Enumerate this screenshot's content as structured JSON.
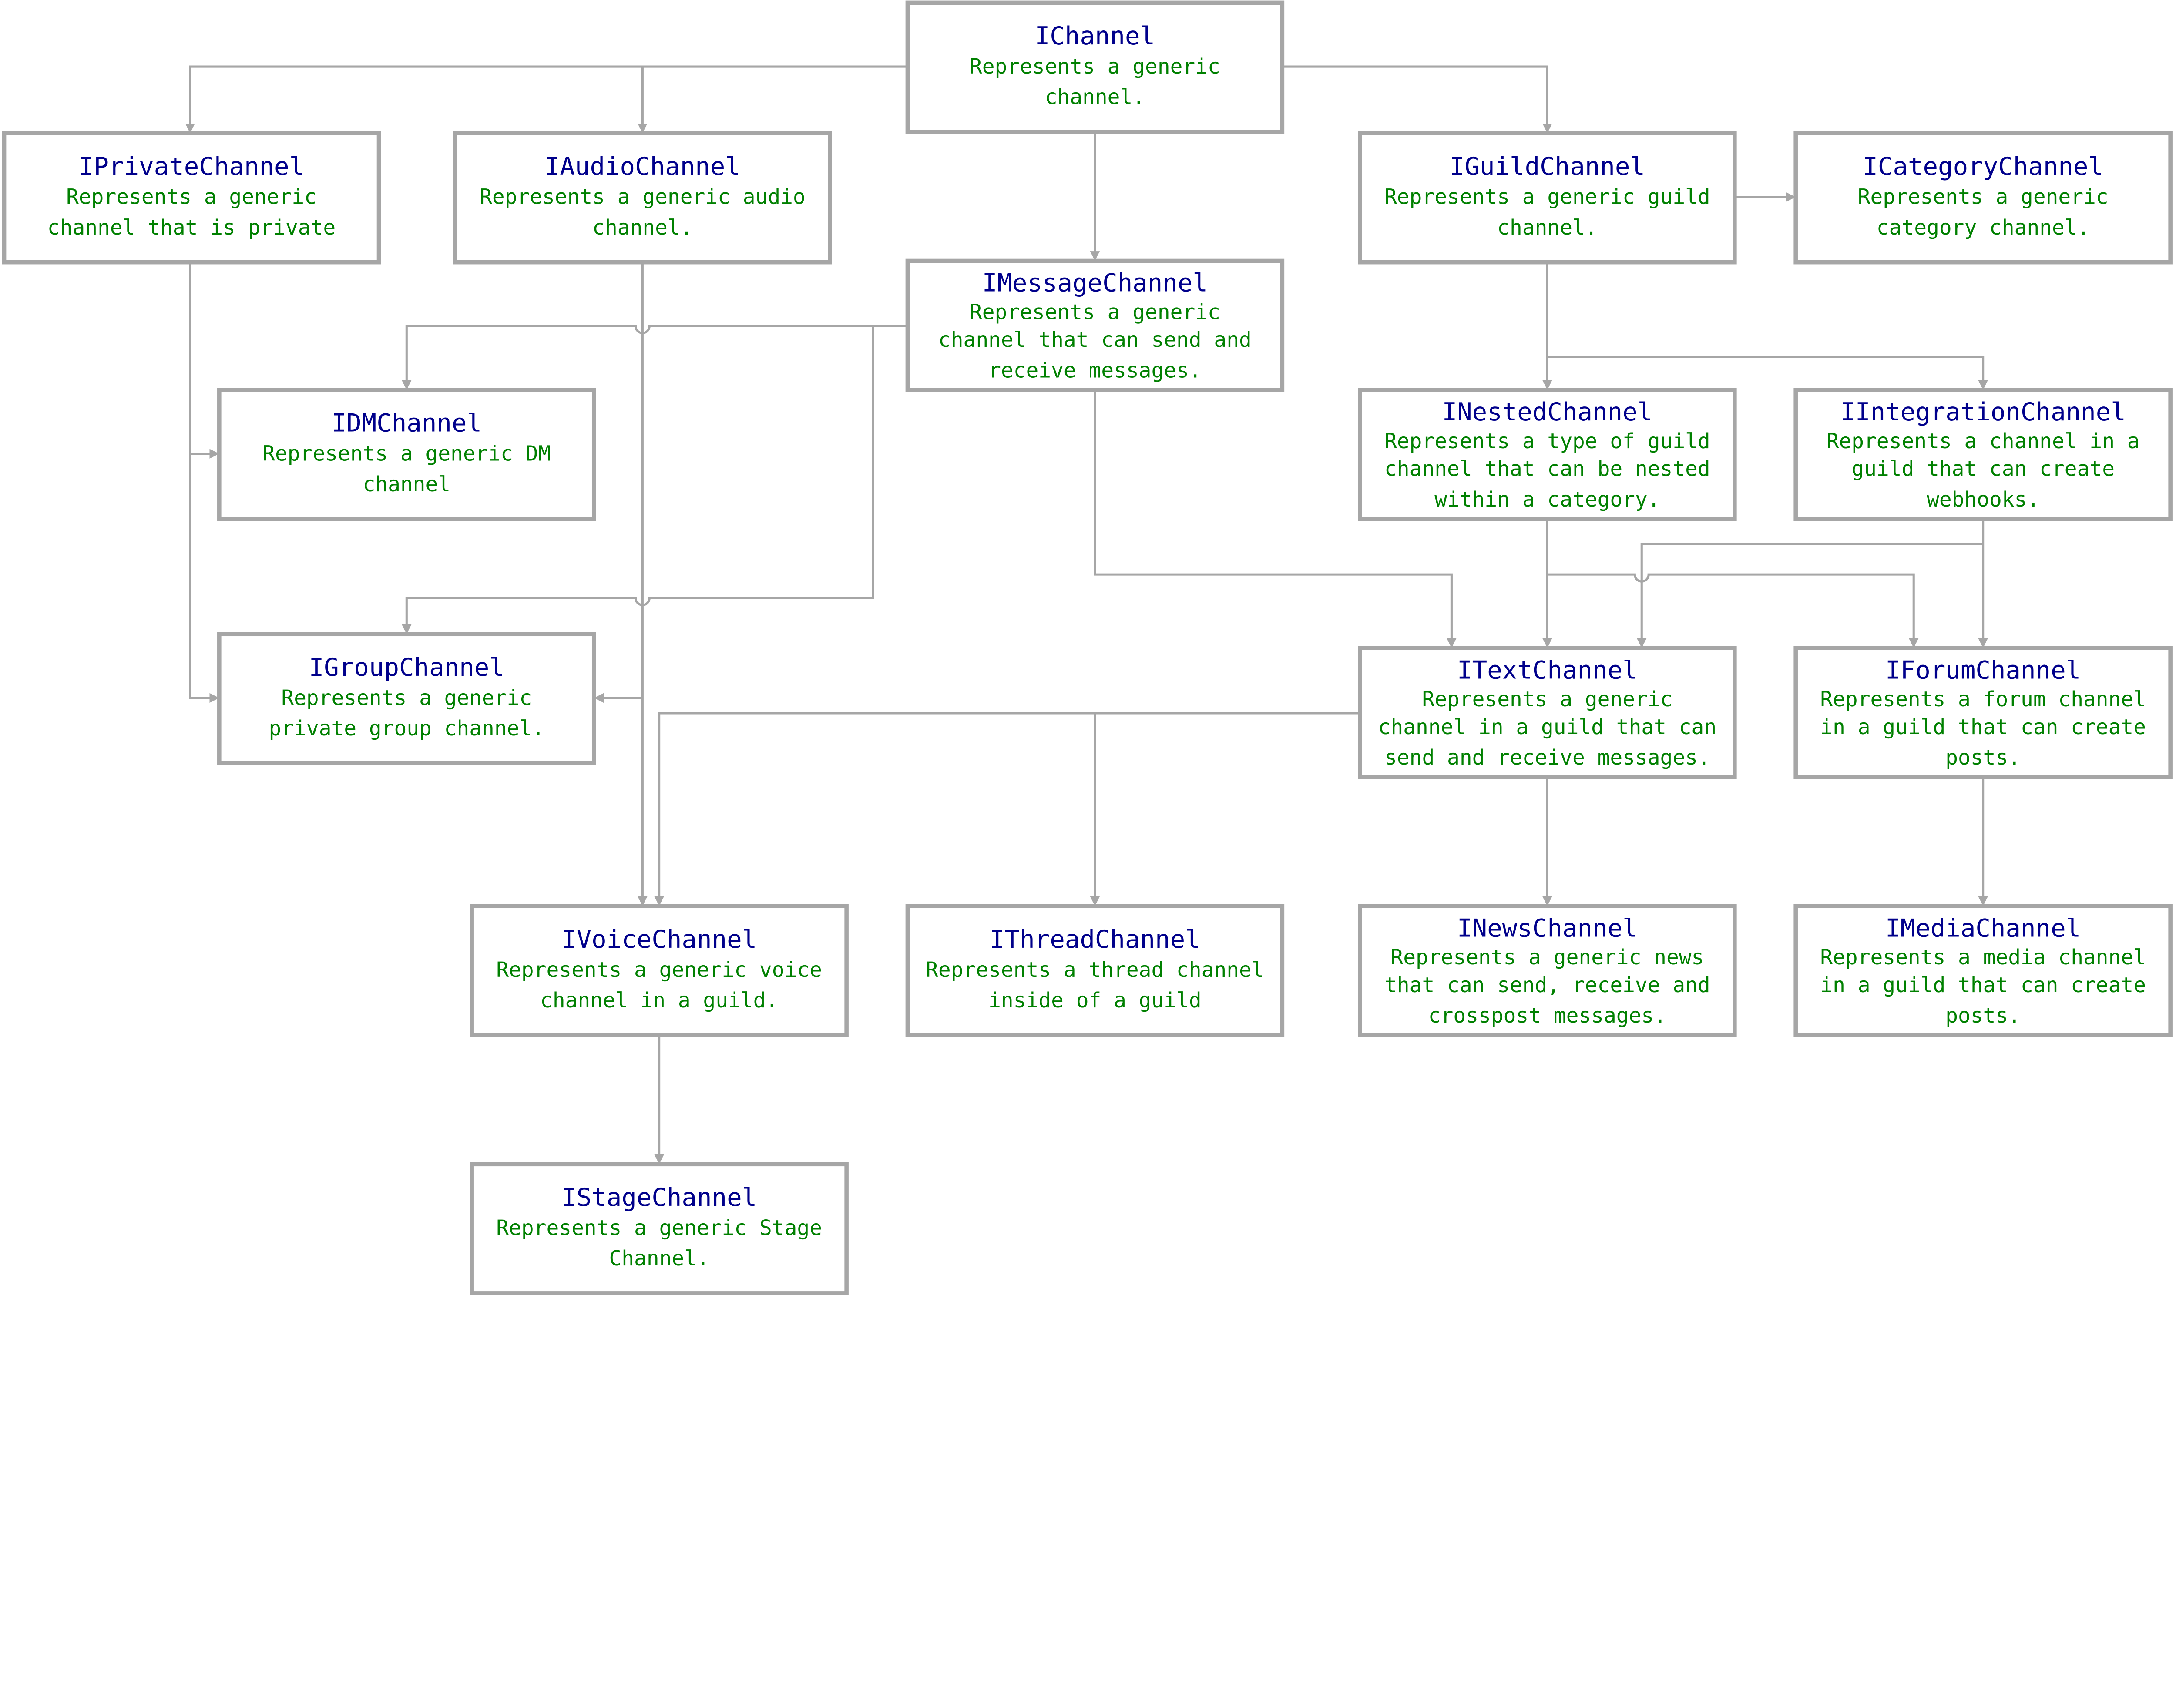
{
  "colors": {
    "title": "#00008b",
    "description": "#008000",
    "border": "#a6a6a6",
    "edge": "#a6a6a6"
  },
  "nodes": [
    {
      "id": "IChannel",
      "title": "IChannel",
      "lines": [
        "Represents a generic",
        "channel."
      ]
    },
    {
      "id": "IPrivateChannel",
      "title": "IPrivateChannel",
      "lines": [
        "Represents a generic",
        "channel that is private"
      ]
    },
    {
      "id": "IAudioChannel",
      "title": "IAudioChannel",
      "lines": [
        "Represents a generic audio",
        "channel."
      ]
    },
    {
      "id": "IGuildChannel",
      "title": "IGuildChannel",
      "lines": [
        "Represents a generic guild",
        "channel."
      ]
    },
    {
      "id": "ICategoryChannel",
      "title": "ICategoryChannel",
      "lines": [
        "Represents a generic",
        "category channel."
      ]
    },
    {
      "id": "IMessageChannel",
      "title": "IMessageChannel",
      "lines": [
        "Represents a generic",
        "channel that can send and",
        "receive messages."
      ]
    },
    {
      "id": "IDMChannel",
      "title": "IDMChannel",
      "lines": [
        "Represents a generic DM",
        "channel"
      ]
    },
    {
      "id": "INestedChannel",
      "title": "INestedChannel",
      "lines": [
        "Represents a type of guild",
        "channel that can be nested",
        "within a category."
      ]
    },
    {
      "id": "IIntegrationChannel",
      "title": "IIntegrationChannel",
      "lines": [
        "Represents a channel in a",
        "guild that can create",
        "webhooks."
      ]
    },
    {
      "id": "IGroupChannel",
      "title": "IGroupChannel",
      "lines": [
        "Represents a generic",
        "private group channel."
      ]
    },
    {
      "id": "ITextChannel",
      "title": "ITextChannel",
      "lines": [
        "Represents a generic",
        "channel in a guild that can",
        "send and receive messages."
      ]
    },
    {
      "id": "IForumChannel",
      "title": "IForumChannel",
      "lines": [
        "Represents a forum channel",
        "in a guild that can create",
        "posts."
      ]
    },
    {
      "id": "IVoiceChannel",
      "title": "IVoiceChannel",
      "lines": [
        "Represents a generic voice",
        "channel in a guild."
      ]
    },
    {
      "id": "IThreadChannel",
      "title": "IThreadChannel",
      "lines": [
        "Represents a thread channel",
        "inside of a guild"
      ]
    },
    {
      "id": "INewsChannel",
      "title": "INewsChannel",
      "lines": [
        "Represents a generic news",
        "that can send, receive and",
        "crosspost messages."
      ]
    },
    {
      "id": "IMediaChannel",
      "title": "IMediaChannel",
      "lines": [
        "Represents a media channel",
        "in a guild that can create",
        "posts."
      ]
    },
    {
      "id": "IStageChannel",
      "title": "IStageChannel",
      "lines": [
        "Represents a generic Stage",
        "Channel."
      ]
    }
  ],
  "edges": [
    {
      "from": "IChannel",
      "to": "IPrivateChannel"
    },
    {
      "from": "IChannel",
      "to": "IAudioChannel"
    },
    {
      "from": "IChannel",
      "to": "IGuildChannel"
    },
    {
      "from": "IChannel",
      "to": "IMessageChannel"
    },
    {
      "from": "IGuildChannel",
      "to": "ICategoryChannel"
    },
    {
      "from": "IGuildChannel",
      "to": "INestedChannel"
    },
    {
      "from": "IGuildChannel",
      "to": "IIntegrationChannel"
    },
    {
      "from": "IMessageChannel",
      "to": "IDMChannel"
    },
    {
      "from": "IMessageChannel",
      "to": "IGroupChannel"
    },
    {
      "from": "IMessageChannel",
      "to": "ITextChannel"
    },
    {
      "from": "IPrivateChannel",
      "to": "IDMChannel"
    },
    {
      "from": "IPrivateChannel",
      "to": "IGroupChannel"
    },
    {
      "from": "IAudioChannel",
      "to": "IVoiceChannel"
    },
    {
      "from": "IAudioChannel",
      "to": "IGroupChannel"
    },
    {
      "from": "INestedChannel",
      "to": "ITextChannel"
    },
    {
      "from": "INestedChannel",
      "to": "IForumChannel"
    },
    {
      "from": "IIntegrationChannel",
      "to": "ITextChannel"
    },
    {
      "from": "IIntegrationChannel",
      "to": "IForumChannel"
    },
    {
      "from": "ITextChannel",
      "to": "IVoiceChannel"
    },
    {
      "from": "ITextChannel",
      "to": "IThreadChannel"
    },
    {
      "from": "ITextChannel",
      "to": "INewsChannel"
    },
    {
      "from": "IForumChannel",
      "to": "IMediaChannel"
    },
    {
      "from": "IVoiceChannel",
      "to": "IStageChannel"
    }
  ]
}
